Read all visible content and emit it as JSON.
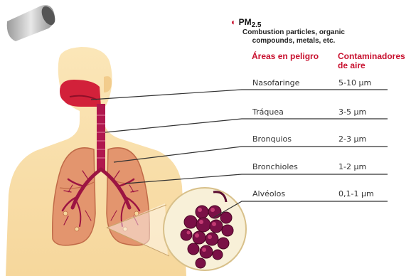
{
  "pm": {
    "title": "PM",
    "subscript": "2.5",
    "description": "Combustion particles, organic compounds, metals, etc."
  },
  "table": {
    "header_area": "Áreas en peligro",
    "header_contaminant": "Contaminadores de aire",
    "rows": [
      {
        "area": "Nasofaringe",
        "size": "5-10 µm"
      },
      {
        "area": "Tráquea",
        "size": "3-5 µm"
      },
      {
        "area": "Bronquios",
        "size": "2-3 µm"
      },
      {
        "area": "Bronchioles",
        "size": "1-2 µm"
      },
      {
        "area": "Alvéolos",
        "size": "0,1-1 µm"
      }
    ]
  },
  "colors": {
    "accent": "#c8102e",
    "skin": "#f9dfae",
    "lung": "#e3956e",
    "airway": "#b0184e",
    "alveoli": "#7a1046",
    "leader": "#333333"
  }
}
